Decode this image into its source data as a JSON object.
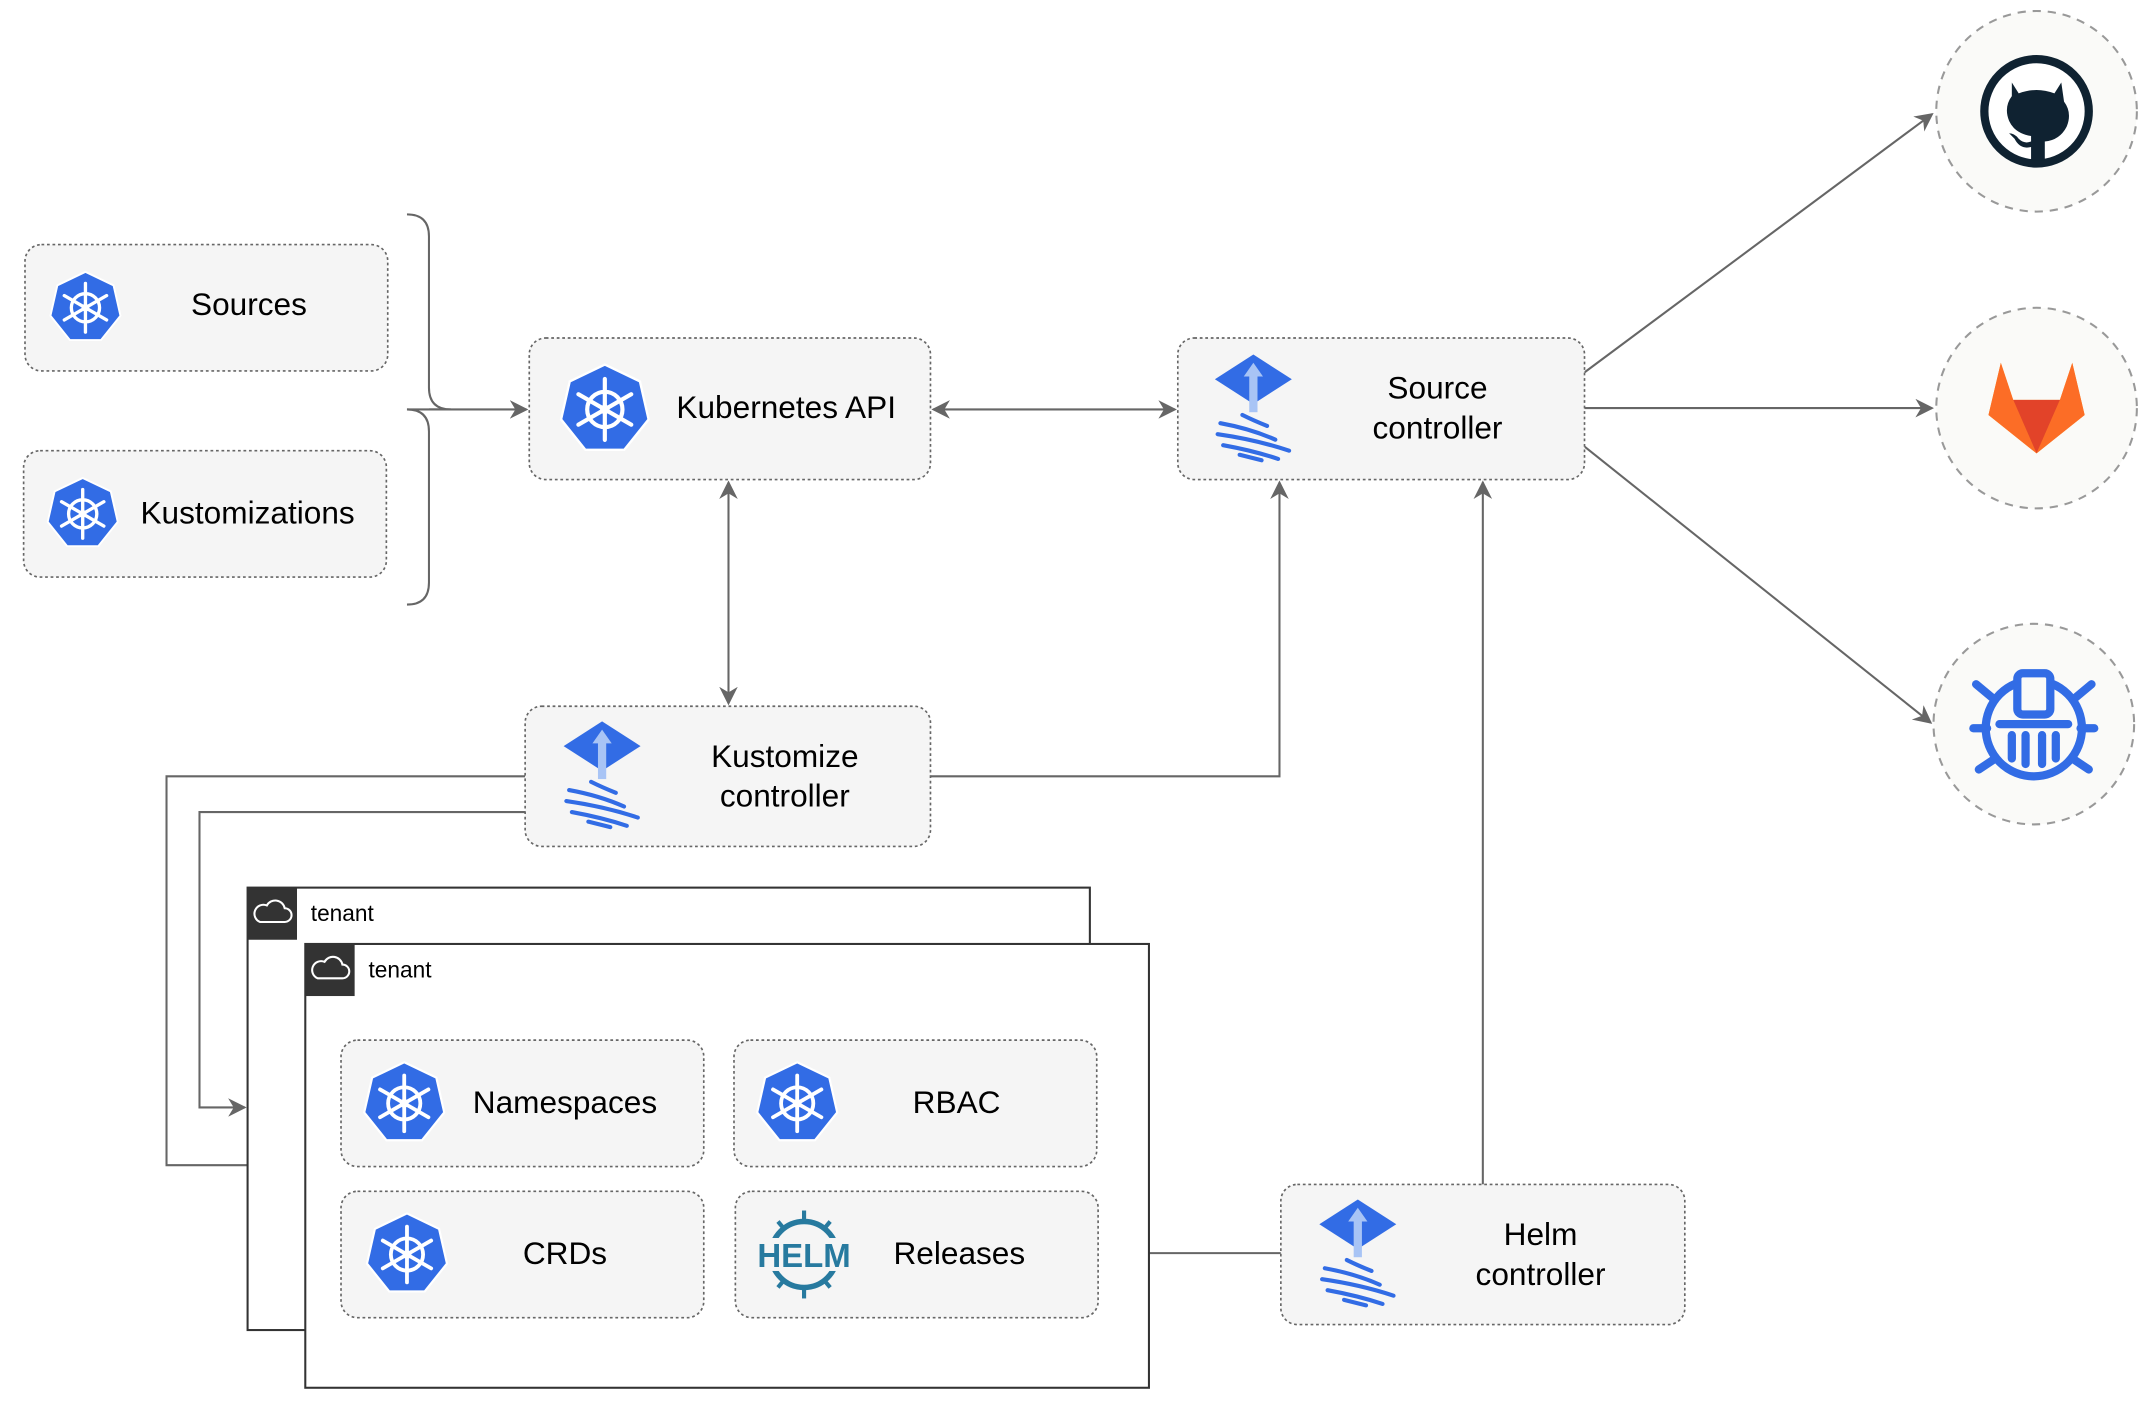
{
  "colors": {
    "kubernetes_blue": "#326ce5",
    "flux_blue": "#326ce5",
    "helm_teal": "#277a9f",
    "github_dark": "#0f2231",
    "gitlab_orange": "#e24329",
    "edge_gray": "#666666"
  },
  "resources": {
    "sources": {
      "label": "Sources",
      "icon": "kubernetes-icon"
    },
    "kustomizations": {
      "label": "Kustomizations",
      "icon": "kubernetes-icon"
    }
  },
  "kubernetes_api": {
    "label": "Kubernetes API",
    "icon": "kubernetes-icon"
  },
  "source_controller": {
    "line1": "Source",
    "line2": "controller",
    "icon": "flux-icon"
  },
  "kustomize_controller": {
    "line1": "Kustomize",
    "line2": "controller",
    "icon": "flux-icon"
  },
  "helm_controller": {
    "line1": "Helm",
    "line2": "controller",
    "icon": "flux-icon"
  },
  "tenants": [
    {
      "label": "tenant",
      "icon": "cloud-icon"
    },
    {
      "label": "tenant",
      "icon": "cloud-icon"
    }
  ],
  "tenant_items": {
    "namespaces": {
      "label": "Namespaces",
      "icon": "kubernetes-icon"
    },
    "rbac": {
      "label": "RBAC",
      "icon": "kubernetes-icon"
    },
    "crds": {
      "label": "CRDs",
      "icon": "kubernetes-icon"
    },
    "releases": {
      "label": "Releases",
      "icon": "helm-icon",
      "logo_text": "HELM"
    }
  },
  "external_sources": [
    {
      "icon": "github-icon"
    },
    {
      "icon": "gitlab-icon"
    },
    {
      "icon": "bucket-icon"
    }
  ]
}
